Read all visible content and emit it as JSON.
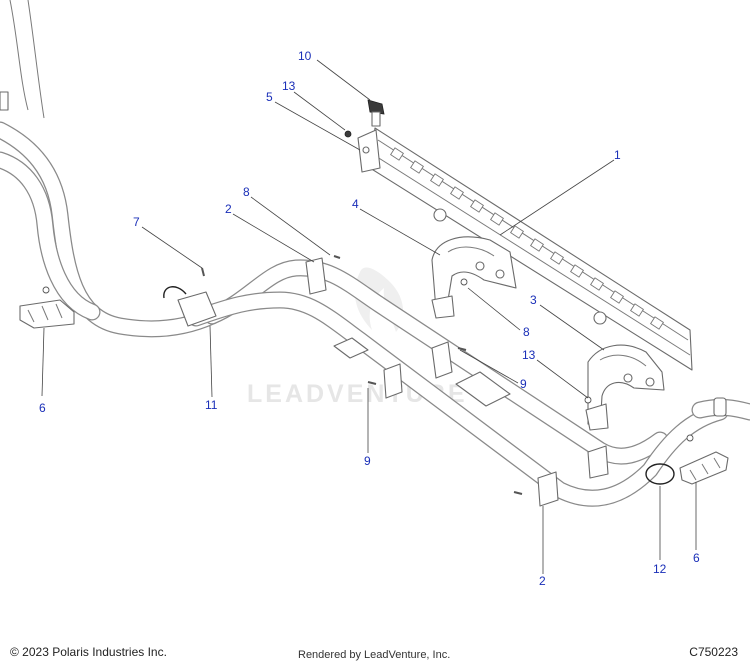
{
  "watermark": "LEADVENTURE",
  "callouts": [
    "10",
    "13",
    "5",
    "1",
    "8",
    "2",
    "7",
    "4",
    "8",
    "3",
    "13",
    "9",
    "6",
    "11",
    "9",
    "2",
    "12",
    "6"
  ],
  "footer": {
    "copyright": "© 2023 Polaris Industries Inc.",
    "rendered_by": "Rendered by LeadVenture, Inc.",
    "diagram_code": "C750223"
  }
}
